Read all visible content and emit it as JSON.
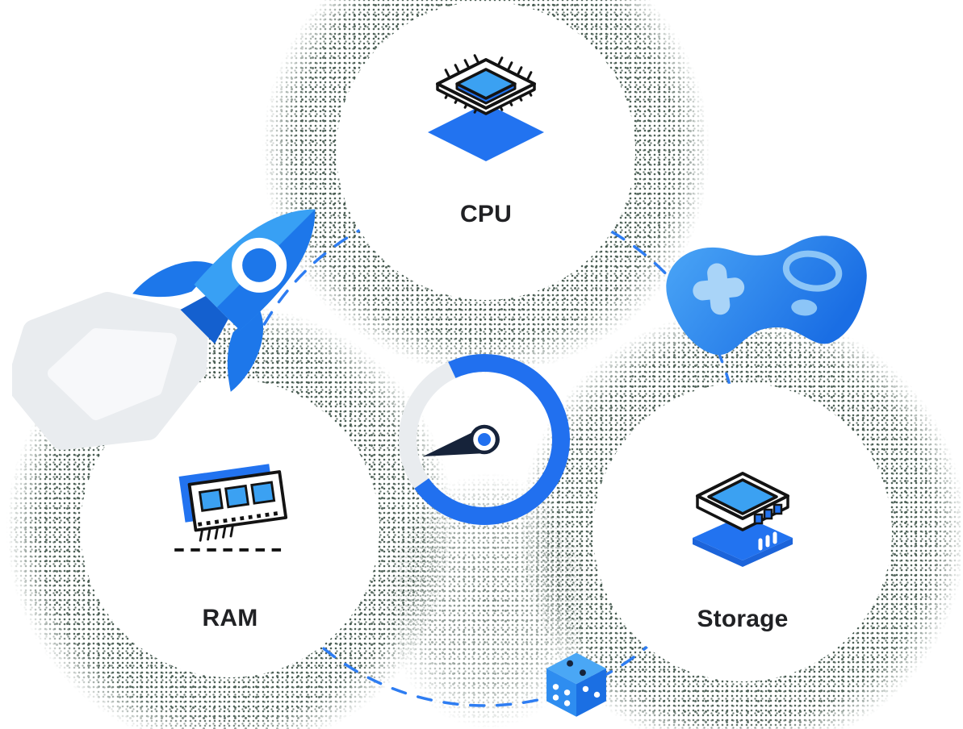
{
  "diagram": {
    "nodes": [
      {
        "id": "cpu",
        "label": "CPU",
        "icon": "cpu-chip-icon"
      },
      {
        "id": "ram",
        "label": "RAM",
        "icon": "ram-module-icon"
      },
      {
        "id": "storage",
        "label": "Storage",
        "icon": "storage-drive-icon"
      }
    ],
    "center_gauge": {
      "icon": "speedometer-gauge-icon",
      "progress_fraction": 0.72
    },
    "decorations": [
      {
        "icon": "rocket-icon",
        "position": "left"
      },
      {
        "icon": "game-controller-icon",
        "position": "right"
      },
      {
        "icon": "dice-icon",
        "position": "bottom"
      }
    ],
    "connector": {
      "style": "dashed-circle",
      "color": "#2e7df2"
    },
    "colors": {
      "primary_blue": "#2273f0",
      "light_blue": "#3ba1f2",
      "pale_blue": "#a9d4f8",
      "dark_navy": "#16233a",
      "speckle_green": "#2d4438",
      "smoke_gray": "#e9ecef",
      "track_gray": "#e9ecef",
      "outline_black": "#131313",
      "background": "#ffffff",
      "label_text": "#202124"
    }
  }
}
